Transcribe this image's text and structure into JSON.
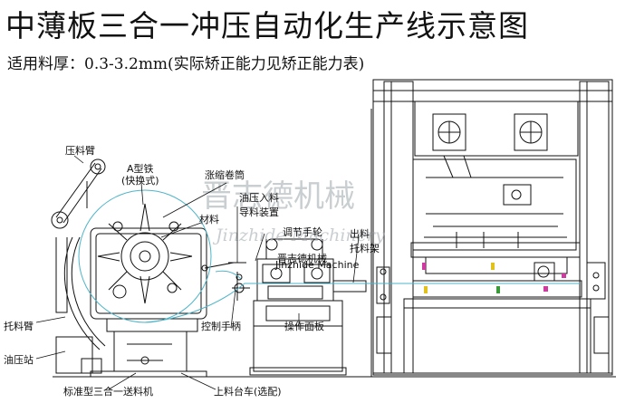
{
  "title": "中薄板三合一冲压自动化生产线示意图",
  "subtitle": "适用料厚：0.3-3.2mm(实际矫正能力见矫正能力表)",
  "watermark": {
    "cn": "晋志德机械",
    "en": "Jinzhide Machinery"
  },
  "machine_plate": "晋志德机械",
  "machine_plate_en": "Jinzhide Machine",
  "labels": {
    "press_arm": "压料臂",
    "a_iron": "A型铁",
    "a_iron_sub": "(快换式)",
    "expand_drum": "涨缩卷筒",
    "material": "材料",
    "feed_in": "油压入料",
    "guide": "导料装置",
    "adjust_handwheel": "调节手轮",
    "exit_rack": "出料",
    "support_rack": "托料架",
    "support_arm": "托料臂",
    "hydraulic_station": "油压站",
    "control_handle": "控制手柄",
    "operation_panel": "操作面板",
    "standard_machine": "标准型三合一送料机",
    "loading_car": "上料台车(选配)"
  },
  "colors": {
    "line": "#111111",
    "circle": "#4fb5c9",
    "watermark": "#9ea7ad",
    "accent_pink": "#d03aa0",
    "accent_yellow": "#e1c21c",
    "accent_green": "#3a9a3a"
  }
}
